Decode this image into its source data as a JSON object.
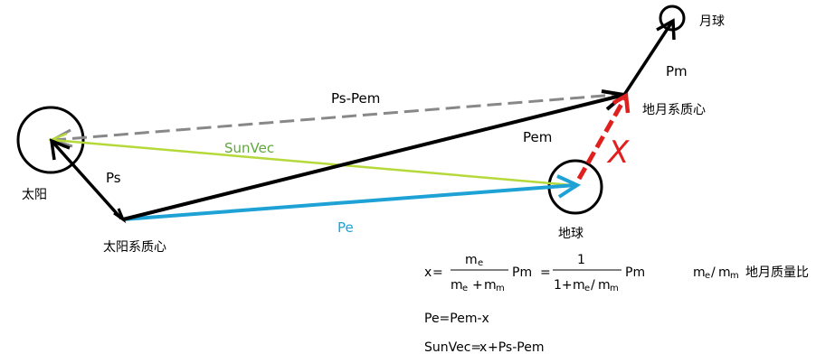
{
  "colors": {
    "black": "#000000",
    "gray_dashed": "#888888",
    "green": "#b5d93a",
    "green_text": "#5fa83a",
    "blue": "#1ea2d6",
    "red": "#e0201e"
  },
  "labels": {
    "sun": "太阳",
    "sun_barycenter": "太阳系质心",
    "earth": "地球",
    "moon": "月球",
    "earth_moon_barycenter": "地月系质心",
    "vec_ps": "Ps",
    "vec_pe": "Pe",
    "vec_pem": "Pem",
    "vec_pm": "Pm",
    "vec_ps_pem": "Ps-Pem",
    "vec_sunvec": "SunVec",
    "vec_x": "X"
  },
  "formulas": {
    "x_lhs": "x",
    "eq": "=",
    "m": "m",
    "sub_e": "e",
    "sub_m": "m",
    "plus": "+",
    "pm": "Pm",
    "one": "1",
    "one_plus": "1+",
    "slash": "/",
    "ratio_desc": "地月质量比",
    "pe_line": "Pe=Pem-x",
    "sunvec_line_a": "SunVec=",
    "sunvec_line_x": "x",
    "sunvec_line_b": "+Ps-Pem"
  }
}
